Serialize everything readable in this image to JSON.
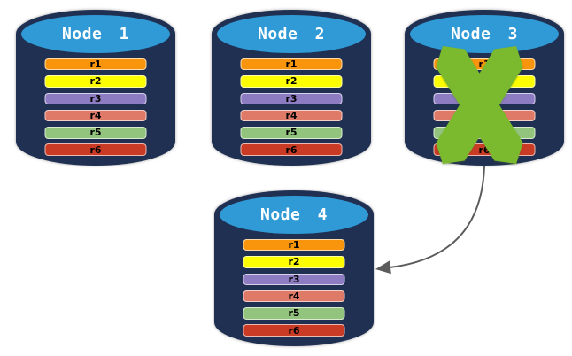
{
  "nodes": [
    {
      "title": "Node 1",
      "failed": false
    },
    {
      "title": "Node 2",
      "failed": false
    },
    {
      "title": "Node 3",
      "failed": true
    },
    {
      "title": "Node 4",
      "failed": false
    }
  ],
  "records": [
    {
      "label": "r1",
      "color": "#F8950C"
    },
    {
      "label": "r2",
      "color": "#FEFE02"
    },
    {
      "label": "r3",
      "color": "#8D7CC2"
    },
    {
      "label": "r4",
      "color": "#DF7A68"
    },
    {
      "label": "r5",
      "color": "#93C47D"
    },
    {
      "label": "r6",
      "color": "#C93B24"
    }
  ],
  "colors": {
    "cylinder_body": "#1F3052",
    "cylinder_top": "#2F9AD6",
    "failure_x": "#7BBA2E",
    "arrow": "#5C5C5C"
  }
}
